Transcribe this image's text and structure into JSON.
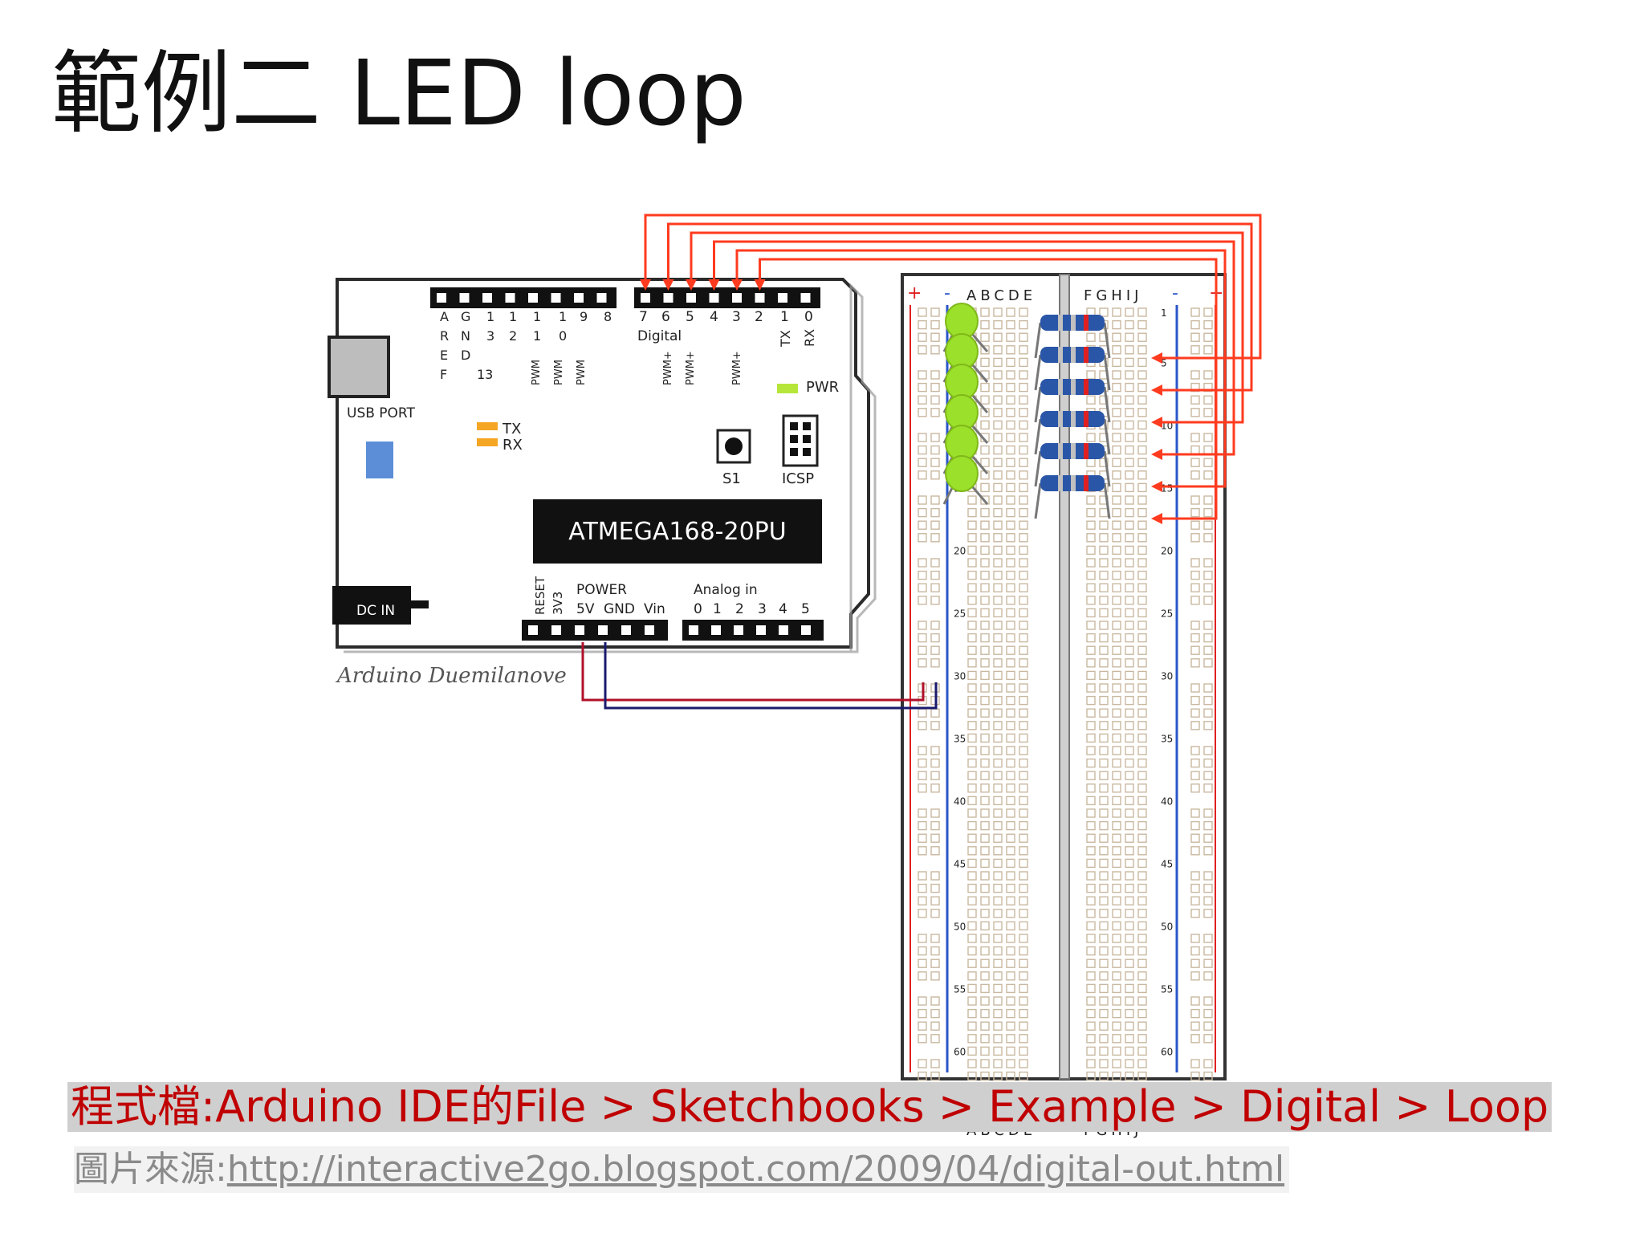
{
  "slide": {
    "title": "範例二 LED loop"
  },
  "program_note": {
    "text": "程式檔:Arduino IDE的File > Sketchbooks > Example > Digital > Loop"
  },
  "source": {
    "label": "圖片來源:",
    "url": "http://interactive2go.blogspot.com/2009/04/digital-out.html"
  },
  "arduino": {
    "caption": "Arduino Duemilanove",
    "usb_label": "USB PORT",
    "dc_in_label": "DC IN",
    "chip_label": "ATMEGA168-20PU",
    "pwr_label": "PWR",
    "tx_label": "TX",
    "rx_label": "RX",
    "s1_label": "S1",
    "icsp_label": "ICSP",
    "digital_label": "Digital",
    "top_left_cols": [
      "A R E F",
      "G N D",
      "1 3",
      "1 2",
      "1 1",
      "1 0",
      "9",
      "8"
    ],
    "top_left_row1": [
      "A",
      "G",
      "1",
      "1",
      "1",
      "1",
      "9",
      "8"
    ],
    "top_left_row2": [
      "R",
      "N",
      "3",
      "2",
      "1",
      "0"
    ],
    "top_left_row3": [
      "E",
      "D"
    ],
    "top_left_row4": [
      "F",
      "13"
    ],
    "pwm_left": [
      "PWM",
      "PWM",
      "PWM"
    ],
    "digital_pins": [
      "7",
      "6",
      "5",
      "4",
      "3",
      "2",
      "1",
      "0"
    ],
    "pwm_right": [
      "PWM+",
      "PWM+",
      "PWM+"
    ],
    "txrx_vertical": [
      "TX",
      "RX"
    ],
    "reset_label": "RESET",
    "v33_label": "3V3",
    "power_label": "POWER",
    "power_pins": [
      "5V",
      "GND",
      "Vin"
    ],
    "analog_label": "Analog  in",
    "analog_pins": [
      "0",
      "1",
      "2",
      "3",
      "4",
      "5"
    ]
  },
  "breadboard": {
    "left_columns": "ABCDE",
    "right_columns": "FGHIJ",
    "plus_sign": "+",
    "minus_sign": "-",
    "row_numbers": [
      "1",
      "5",
      "10",
      "15",
      "20",
      "25",
      "30",
      "35",
      "40",
      "45",
      "50",
      "55",
      "60"
    ],
    "bottom_left": "ABCDE",
    "bottom_right": "FGHIJ"
  },
  "colors": {
    "wire_red": "#ff3b1f",
    "wire_dark_red": "#b0102a",
    "wire_blue": "#1a1a6e",
    "led_green": "#9be02a",
    "resistor_blue": "#2a56a8",
    "board_black": "#111111",
    "note_red": "#c00000"
  },
  "leds_count": 6,
  "resistors_count": 6
}
